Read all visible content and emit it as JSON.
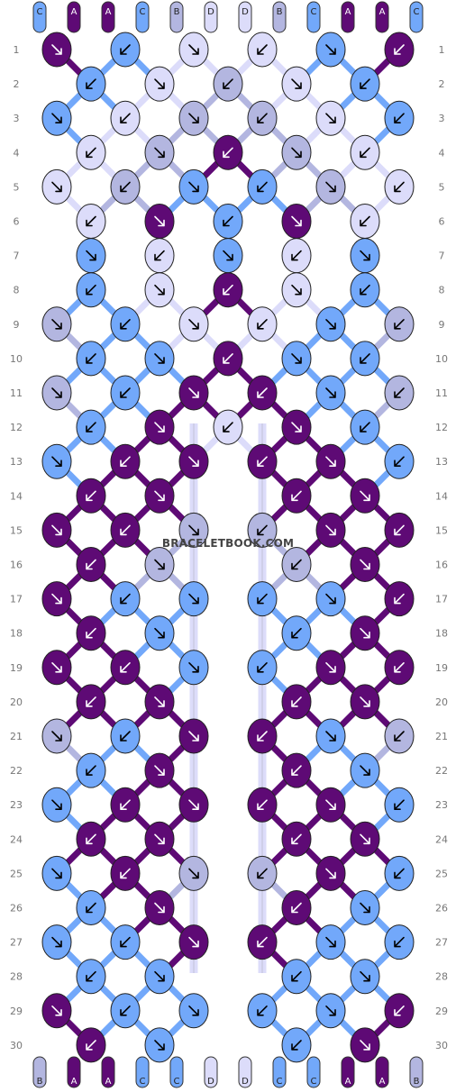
{
  "colors": {
    "A": "#5e0a75",
    "B": "#b3b6e0",
    "C": "#72a8fa",
    "D": "#dcdcfa"
  },
  "strands_top": [
    "C",
    "A",
    "A",
    "C",
    "B",
    "D",
    "D",
    "B",
    "C",
    "A",
    "A",
    "C"
  ],
  "strands_bottom": [
    "B",
    "A",
    "A",
    "C",
    "C",
    "D",
    "D",
    "C",
    "C",
    "A",
    "A",
    "B"
  ],
  "row_numbers": [
    1,
    2,
    3,
    4,
    5,
    6,
    7,
    8,
    9,
    10,
    11,
    12,
    13,
    14,
    15,
    16,
    17,
    18,
    19,
    20,
    21,
    22,
    23,
    24,
    25,
    26,
    27,
    28,
    29,
    30
  ],
  "knot_rows": [
    [
      "A",
      "C",
      "D",
      "D",
      "C",
      "A"
    ],
    [
      "C",
      "D",
      "B",
      "D",
      "C"
    ],
    [
      "C",
      "D",
      "B",
      "B",
      "D",
      "C"
    ],
    [
      "D",
      "B",
      "A",
      "B",
      "D"
    ],
    [
      "D",
      "B",
      "C",
      "C",
      "B",
      "D"
    ],
    [
      "D",
      "A",
      "C",
      "A",
      "D"
    ],
    [
      "C",
      "D",
      "C",
      "D",
      "C"
    ],
    [
      "C",
      "D",
      "A",
      "D",
      "C"
    ],
    [
      "B",
      "C",
      "D",
      "D",
      "C",
      "B"
    ],
    [
      "C",
      "C",
      "A",
      "C",
      "C"
    ],
    [
      "B",
      "C",
      "A",
      "A",
      "C",
      "B"
    ],
    [
      "C",
      "A",
      "D",
      "A",
      "C"
    ],
    [
      "C",
      "A",
      "A",
      "A",
      "A",
      "C"
    ],
    [
      "A",
      "A",
      "A",
      "A"
    ],
    [
      "A",
      "A",
      "B",
      "B",
      "A",
      "A"
    ],
    [
      "A",
      "B",
      "B",
      "A"
    ],
    [
      "A",
      "C",
      "C",
      "C",
      "C",
      "A"
    ],
    [
      "A",
      "C",
      "C",
      "A"
    ],
    [
      "A",
      "A",
      "C",
      "C",
      "A",
      "A"
    ],
    [
      "A",
      "A",
      "A",
      "A"
    ],
    [
      "B",
      "C",
      "A",
      "A",
      "C",
      "B"
    ],
    [
      "C",
      "A",
      "A",
      "C"
    ],
    [
      "C",
      "A",
      "A",
      "A",
      "A",
      "C"
    ],
    [
      "A",
      "A",
      "A",
      "A"
    ],
    [
      "C",
      "A",
      "B",
      "B",
      "A",
      "C"
    ],
    [
      "C",
      "A",
      "A",
      "C"
    ],
    [
      "C",
      "C",
      "A",
      "A",
      "C",
      "C"
    ],
    [
      "C",
      "C",
      "C",
      "C"
    ],
    [
      "A",
      "C",
      "C",
      "C",
      "C",
      "A"
    ],
    [
      "A",
      "C",
      "C",
      "A"
    ]
  ],
  "watermark": "BRACELETBOOK.COM"
}
